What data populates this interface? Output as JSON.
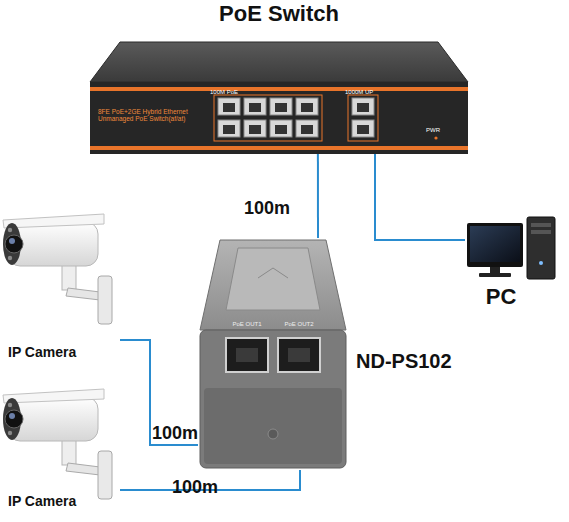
{
  "diagram": {
    "nodes": [
      {
        "text": [
          "PoE Switch",
          "8FE PoE+2GE Hybrid Ethernet Unmanaged PoE Switch(af/at)"
        ]
      },
      {
        "text": [
          "PC"
        ]
      },
      {
        "text": [
          "ND-PS102",
          "PoE OUT1",
          "PoE OUT2"
        ]
      },
      {
        "text": [
          "IP Camera"
        ]
      },
      {
        "text": [
          "IP Camera"
        ]
      }
    ],
    "edges": [
      {
        "from": 0,
        "to": 2,
        "label": "100m",
        "arrow": "none"
      },
      {
        "from": 0,
        "to": 1,
        "arrow": "none"
      },
      {
        "from": 2,
        "to": 3,
        "label": "100m",
        "arrow": "none"
      },
      {
        "from": 2,
        "to": 4,
        "label": "100m",
        "arrow": "none"
      }
    ],
    "labels": [
      "100M PoE",
      "1000M UP",
      "PWR"
    ]
  }
}
